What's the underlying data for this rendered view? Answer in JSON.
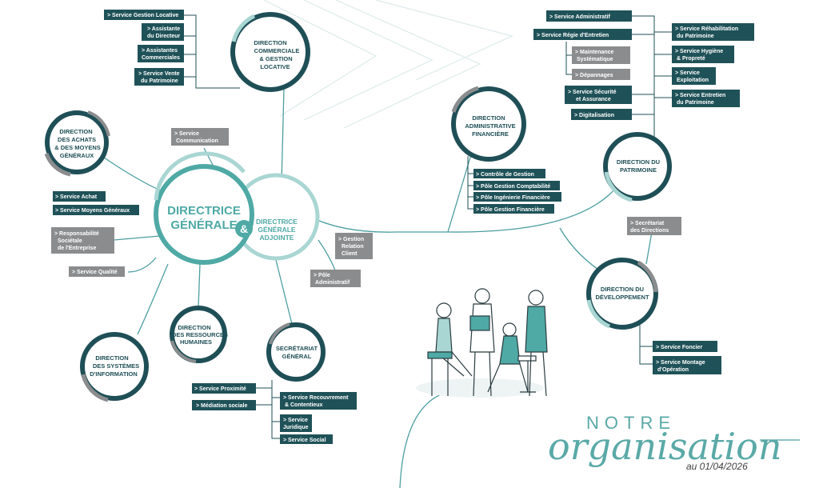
{
  "header": {
    "title_line1": "NOTRE",
    "title_line2": "organisation",
    "date": "au 01/04/2026"
  },
  "center": {
    "dg_line1": "DIRECTRICE",
    "dg_line2": "GÉNÉRALE",
    "ampersand": "&",
    "dga_line1": "DIRECTRICE",
    "dga_line2": "GÉNÉRALE",
    "dga_line3": "ADJOINTE"
  },
  "directions": {
    "commerciale": [
      "DIRECTION",
      "COMMERCIALE",
      "& GESTION",
      "LOCATIVE"
    ],
    "achats": [
      "DIRECTION",
      "DES ACHATS",
      "& DES MOYENS",
      "GÉNÉRAUX"
    ],
    "administrative": [
      "DIRECTION",
      "ADMINISTRATIVE",
      "FINANCIÈRE"
    ],
    "patrimoine": [
      "DIRECTION DU",
      "PATRIMOINE"
    ],
    "developpement": [
      "DIRECTION DU",
      "DÉVELOPPEMENT"
    ],
    "rh": [
      "DIRECTION",
      "DES RESSOURCES",
      "HUMAINES"
    ],
    "si": [
      "DIRECTION",
      "DES SYSTÈMES",
      "D'INFORMATION"
    ],
    "secretariat": [
      "SECRÉTARIAT",
      "GÉNÉRAL"
    ]
  },
  "labels": {
    "gestion_locative": "> Service Gestion Locative",
    "assistante_dir": [
      "> Assistante",
      "du Directeur"
    ],
    "assistantes_com": [
      "> Assistantes",
      "Commerciales"
    ],
    "vente_patrimoine": [
      "> Service Vente",
      "du Patrimoine"
    ],
    "communication": [
      "> Service",
      "Communication"
    ],
    "achat": "> Service Achat",
    "moyens_generaux": "> Service Moyens Généraux",
    "rse": [
      "> Responsabilité",
      "Sociétale",
      "de l'Entreprise"
    ],
    "qualite": "> Service Qualité",
    "relation_client": [
      "> Gestion",
      "Relation",
      "Client"
    ],
    "pole_admin": [
      "> Pôle",
      "Administratif"
    ],
    "controle_gestion": "> Contrôle de Gestion",
    "pole_comptable": "> Pôle Gestion Comptabilité",
    "pole_ingenierie": "> Pôle Ingénierie Financière",
    "pole_financiere": "> Pôle Gestion Financière",
    "service_admin": "> Service Administratif",
    "regie_entretien": "> Service Régie d'Entretien",
    "maintenance": [
      "> Maintenance",
      "Systématique"
    ],
    "depannages": "> Dépannages",
    "securite": [
      "> Service Sécurité",
      "et Assurance"
    ],
    "digitalisation": "> Digitalisation",
    "rehabilitation": [
      "> Service Réhabilitation",
      "du Patrimoine"
    ],
    "hygiene": [
      "> Service Hygiène",
      "& Propreté"
    ],
    "exploitation": [
      "> Service",
      "Exploitation"
    ],
    "entretien_patrimoine": [
      "> Service Entretien",
      "du Patrimoine"
    ],
    "secretariat_directions": [
      "> Secrétariat",
      "des Directions"
    ],
    "foncier": "> Service Foncier",
    "montage": [
      "> Service Montage",
      "d'Opération"
    ],
    "proximite": "> Service Proximité",
    "mediation": "> Médiation sociale",
    "recouvrement": [
      "> Service Recouvrement",
      "& Contentieux"
    ],
    "juridique": [
      "> Service",
      "Juridique"
    ],
    "social": "> Service Social"
  },
  "colors": {
    "dark": "#1f4f56",
    "teal": "#4fa9a5",
    "light_teal": "#a9d6d3",
    "grey": "#8a8c8e"
  }
}
